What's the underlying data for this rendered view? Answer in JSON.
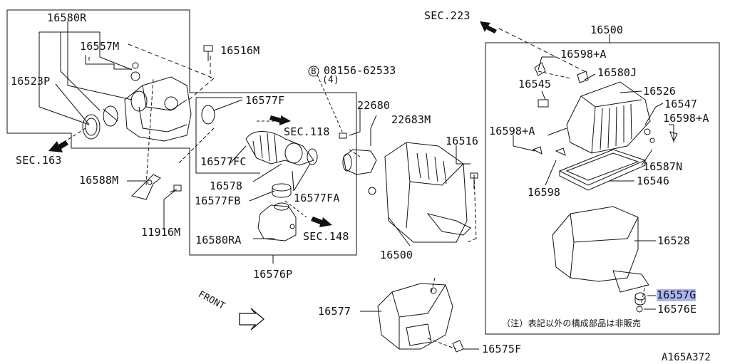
{
  "parts": {
    "p16580R": "16580R",
    "p16557M": "16557M",
    "p16516M": "16516M",
    "p16523P": "16523P",
    "sec163": "SEC.163",
    "p16588M": "16588M",
    "p11916M": "11916M",
    "p16577F": "16577F",
    "sec118": "SEC.118",
    "p16577FC": "16577FC",
    "p16578": "16578",
    "p16577FB": "16577FB",
    "p16577FA": "16577FA",
    "p16580RA": "16580RA",
    "sec148": "SEC.148",
    "p16576P": "16576P",
    "bolt_marker": "B",
    "bolt_code": "08156-62533",
    "bolt_qty": "(4)",
    "p22680": "22680",
    "p22683M": "22683M",
    "p16516": "16516",
    "p16500_mid": "16500",
    "sec223": "SEC.223",
    "p16500_box": "16500",
    "p16598A_top": "16598+A",
    "p16580J": "16580J",
    "p16545": "16545",
    "p16526": "16526",
    "p16547": "16547",
    "p16598A_right": "16598+A",
    "p16598A_left": "16598+A",
    "p16587N": "16587N",
    "p16598": "16598",
    "p16546": "16546",
    "p16528": "16528",
    "p16557G": "16557G",
    "p16576E": "16576E",
    "p16577": "16577",
    "p16575F": "16575F",
    "front": "FRONT",
    "note": "（注）表記以外の構成部品は非販売",
    "diagram_id": "A165A372"
  },
  "colors": {
    "highlight": "#aab4ee",
    "line": "#111111"
  }
}
